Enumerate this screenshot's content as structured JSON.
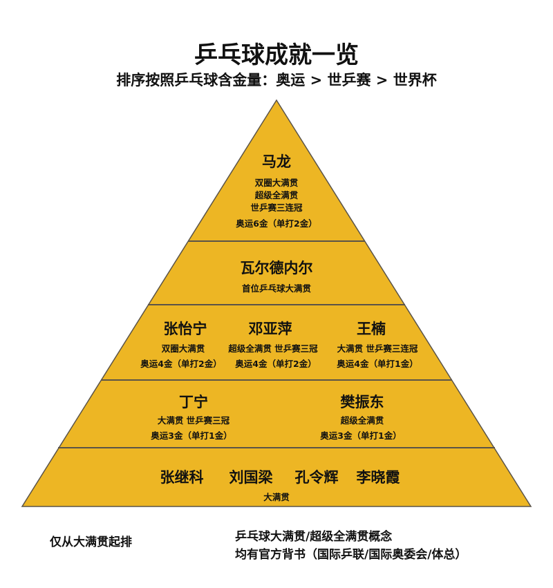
{
  "title": "乒乓球成就一览",
  "subtitle": "排序按照乒乓球含金量：奥运 > 世乒赛 > 世界杯",
  "colors": {
    "pyramid": "#EDB624",
    "divider": "#5a5348"
  },
  "tiers": {
    "t1": {
      "name": "马龙",
      "lines": [
        "双圈大满贯",
        "超级全满贯",
        "世乒赛三连冠",
        "奥运6金（单打2金）"
      ]
    },
    "t2": {
      "name": "瓦尔德内尔",
      "lines": [
        "首位乒乓球大满贯"
      ]
    },
    "t3": [
      {
        "name": "张怡宁",
        "lines": [
          "双圈大满贯",
          "奥运4金（单打2金）"
        ]
      },
      {
        "name": "邓亚萍",
        "lines": [
          "超级全满贯  世乒赛三冠",
          "奥运4金（单打2金）"
        ]
      },
      {
        "name": "王楠",
        "lines": [
          "大满贯  世乒赛三连冠",
          "奥运4金（单打1金）"
        ]
      }
    ],
    "t4": [
      {
        "name": "丁宁",
        "lines": [
          "大满贯  世乒赛三冠",
          "奥运3金（单打1金）"
        ]
      },
      {
        "name": "樊振东",
        "lines": [
          "超级全满贯",
          "奥运3金（单打1金）"
        ]
      }
    ],
    "t5": {
      "names": [
        "张继科",
        "刘国梁",
        "孔令辉",
        "李晓霞"
      ],
      "lines": [
        "大满贯"
      ]
    }
  },
  "footer": {
    "left": "仅从大满贯起排",
    "right": [
      "乒乓球大满贯/超级全满贯概念",
      "均有官方背书（国际乒联/国际奥委会/体总）"
    ]
  }
}
